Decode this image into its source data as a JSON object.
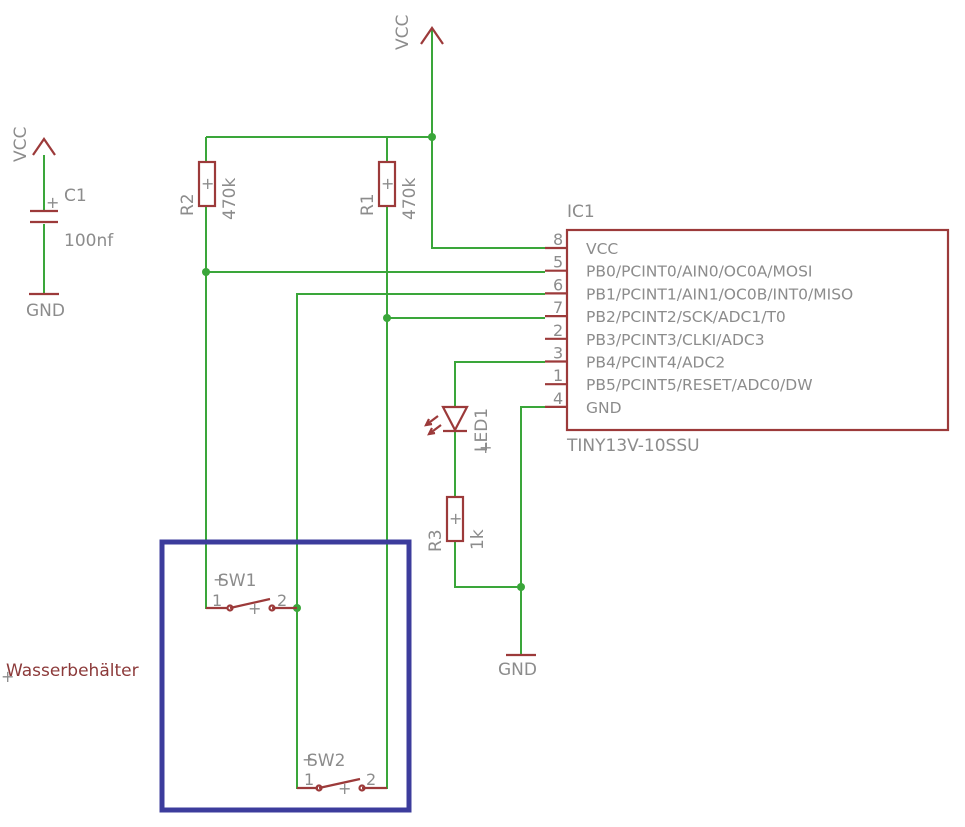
{
  "vcc_top": "VCC",
  "vcc_left": "VCC",
  "gnd_left": "GND",
  "gnd_bottom": "GND",
  "c1": {
    "name": "C1",
    "value": "100nf"
  },
  "r1": {
    "name": "R1",
    "value": "470k"
  },
  "r2": {
    "name": "R2",
    "value": "470k"
  },
  "r3": {
    "name": "R3",
    "value": "1k"
  },
  "led1": {
    "name": "LED1"
  },
  "sw1": {
    "name": "SW1",
    "pin1": "1",
    "pin2": "2"
  },
  "sw2": {
    "name": "SW2",
    "pin1": "1",
    "pin2": "2"
  },
  "frame_label": "Wasserbehälter",
  "ic1": {
    "name": "IC1",
    "value": "TINY13V-10SSU",
    "pins": [
      {
        "num": "8",
        "label": "VCC"
      },
      {
        "num": "5",
        "label": "PB0/PCINT0/AIN0/OC0A/MOSI"
      },
      {
        "num": "6",
        "label": "PB1/PCINT1/AIN1/OC0B/INT0/MISO"
      },
      {
        "num": "7",
        "label": "PB2/PCINT2/SCK/ADC1/T0"
      },
      {
        "num": "2",
        "label": "PB3/PCINT3/CLKI/ADC3"
      },
      {
        "num": "3",
        "label": "PB4/PCINT4/ADC2"
      },
      {
        "num": "1",
        "label": "PB5/PCINT5/RESET/ADC0/DW"
      },
      {
        "num": "4",
        "label": "GND"
      }
    ]
  },
  "colors": {
    "wire": "#3aa63a",
    "part": "#9c3a3a",
    "label": "#8c8c8c",
    "frame": "#3c3c9c"
  }
}
